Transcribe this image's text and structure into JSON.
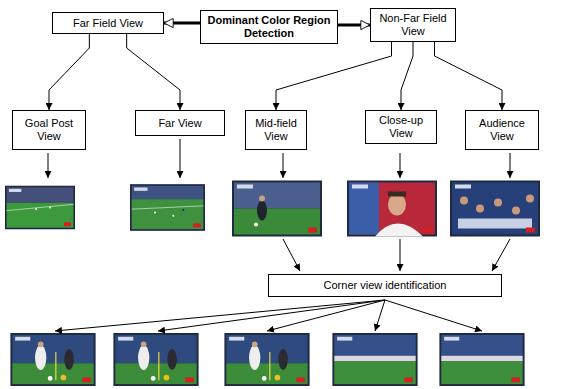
{
  "diagram": {
    "nodes": [
      {
        "text": [
          "Dominant Color Region Detection"
        ]
      },
      {
        "text": [
          "Far Field View"
        ]
      },
      {
        "text": [
          "Non-Far Field View"
        ]
      },
      {
        "text": [
          "Goal Post View"
        ]
      },
      {
        "text": [
          "Far View"
        ]
      },
      {
        "text": [
          "Mid-field View"
        ]
      },
      {
        "text": [
          "Close-up View"
        ]
      },
      {
        "text": [
          "Audience View"
        ]
      },
      {
        "text": [
          "Corner view identification"
        ]
      }
    ],
    "edges": [
      {
        "from": 0,
        "to": 1,
        "arrow": "to"
      },
      {
        "from": 0,
        "to": 2,
        "arrow": "to"
      },
      {
        "from": 1,
        "to": 3,
        "arrow": "to"
      },
      {
        "from": 1,
        "to": 4,
        "arrow": "to"
      },
      {
        "from": 2,
        "to": 5,
        "arrow": "to"
      },
      {
        "from": 2,
        "to": 6,
        "arrow": "to"
      },
      {
        "from": 2,
        "to": 7,
        "arrow": "to"
      }
    ]
  }
}
